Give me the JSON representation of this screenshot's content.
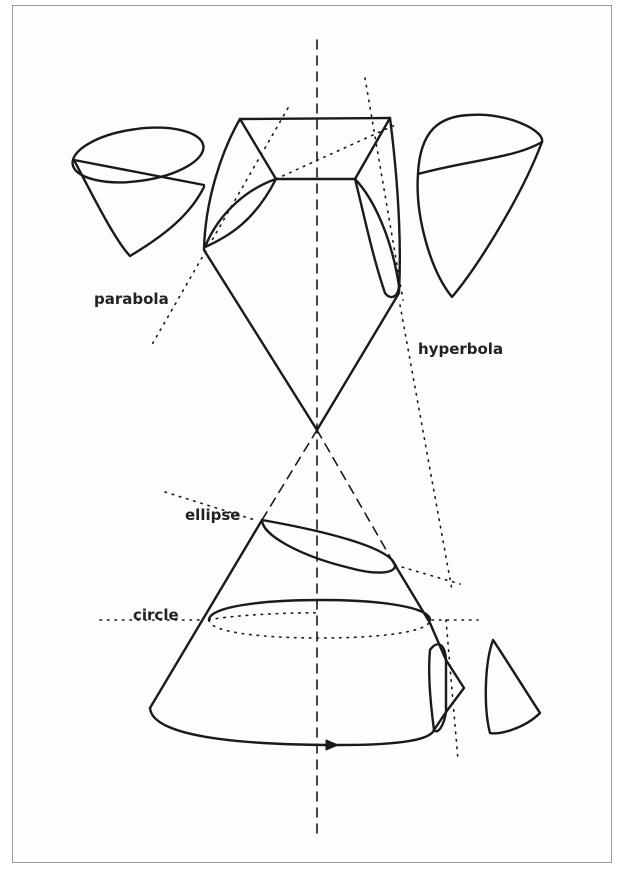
{
  "labels": {
    "parabola": "parabola",
    "hyperbola": "hyperbola",
    "ellipse": "ellipse",
    "circle": "circle"
  },
  "colors": {
    "stroke": "#1a1a1a",
    "frame": "#9a9a9a"
  }
}
